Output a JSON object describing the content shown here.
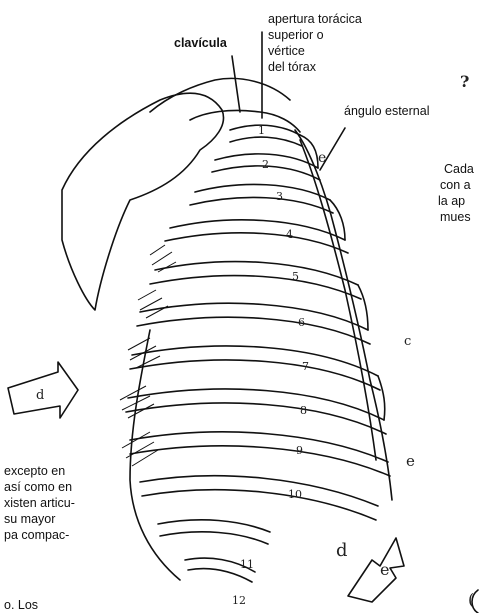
{
  "labels": {
    "apertura_l1": "apertura torácica",
    "apertura_l2": "superior o",
    "apertura_l3": "vértice",
    "apertura_l4": "del tórax",
    "clavicula": "clavícula",
    "angulo": "ángulo esternal"
  },
  "right_margin_text": [
    "Cada",
    "con a",
    "la ap",
    "mues"
  ],
  "left_margin_text": [
    "excepto en",
    "así como en",
    "xisten articu-",
    "su mayor",
    "pa compac-",
    "o. Los"
  ],
  "rib_numbers": [
    "1",
    "2",
    "3",
    "4",
    "5",
    "6",
    "7",
    "8",
    "9",
    "10",
    "11",
    "12"
  ],
  "marks": {
    "arrow_letter": "d",
    "arrow_letter_right": "e",
    "e_mark_upper": "e",
    "c_mark": "c",
    "e_mark_lower": "e",
    "d_mark": "d",
    "top_right_glyph": "?",
    "bottom_right_glyph": "("
  }
}
